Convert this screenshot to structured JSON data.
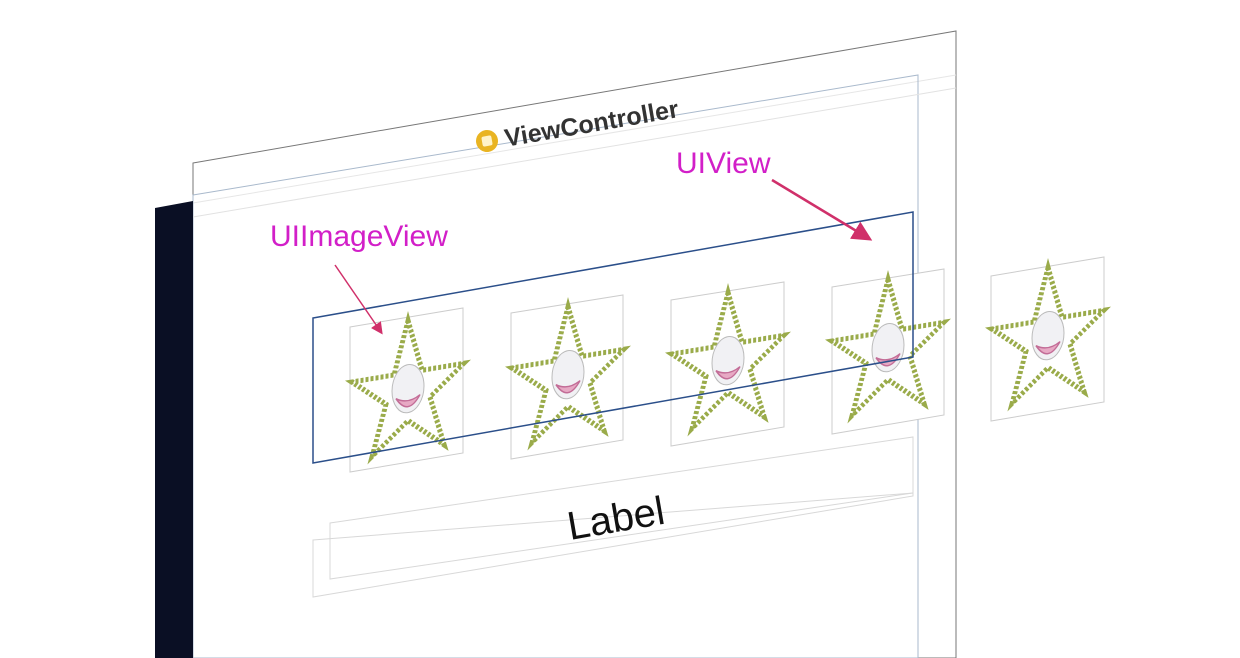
{
  "view_controller": {
    "title": "ViewController",
    "icon": "view-controller-icon"
  },
  "annotations": {
    "uiview": "UIView",
    "uiimageview": "UIImageView",
    "color": "#d21fc8",
    "arrow_color": "#d0306a"
  },
  "label": {
    "text": "Label"
  },
  "image_views": [
    {
      "image": "star-image"
    },
    {
      "image": "star-image"
    },
    {
      "image": "star-image"
    },
    {
      "image": "star-image"
    },
    {
      "image": "star-image"
    }
  ],
  "colors": {
    "uiview_border": "#2b4f8a",
    "sidebar": "#0a0f24",
    "vc_icon": "#e9b422"
  }
}
